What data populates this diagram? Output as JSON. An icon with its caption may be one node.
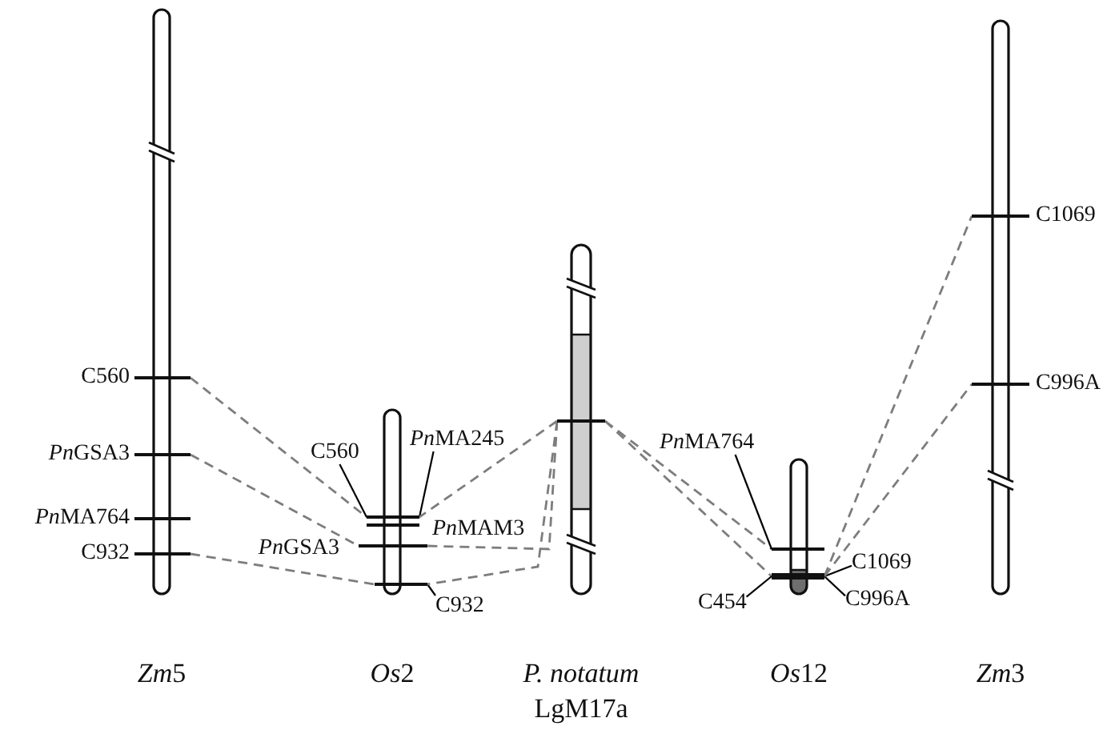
{
  "diagram": {
    "nodes": [
      {
        "text": [
          "Zm5"
        ]
      },
      {
        "text": [
          "Os2"
        ]
      },
      {
        "text": [
          "P. notatum",
          "LgM17a"
        ]
      },
      {
        "text": [
          "Os12"
        ]
      },
      {
        "text": [
          "Zm3"
        ]
      },
      {
        "text": [],
        "shape": "bar",
        "beside": [
          "C560"
        ]
      },
      {
        "text": [],
        "shape": "bar",
        "beside": [
          "PnGSA3"
        ]
      },
      {
        "text": [],
        "shape": "bar",
        "beside": [
          "PnMA764"
        ]
      },
      {
        "text": [],
        "shape": "bar",
        "beside": [
          "C932"
        ]
      },
      {
        "text": [
          "C560"
        ]
      },
      {
        "text": [
          "PnMA245"
        ]
      },
      {
        "text": [],
        "shape": "bar"
      },
      {
        "text": [],
        "shape": "bar",
        "beside": [
          "PnMAM3"
        ]
      },
      {
        "text": [],
        "shape": "bar",
        "beside": [
          "PnGSA3"
        ]
      },
      {
        "text": [],
        "shape": "bar"
      },
      {
        "text": [
          "C932"
        ]
      },
      {
        "text": [],
        "shape": "bar"
      },
      {
        "text": [
          "PnMA764"
        ]
      },
      {
        "text": [],
        "shape": "bar"
      },
      {
        "text": [],
        "shape": "bar"
      },
      {
        "text": [
          "C454"
        ]
      },
      {
        "text": [
          "C1069"
        ]
      },
      {
        "text": [
          "C996A"
        ]
      },
      {
        "text": [],
        "shape": "bar",
        "beside": [
          "C1069"
        ]
      },
      {
        "text": [],
        "shape": "bar",
        "beside": [
          "C996A"
        ]
      }
    ],
    "edges": [
      {
        "from": 5,
        "to": 11,
        "arrow": "none",
        "style": "dashed"
      },
      {
        "from": 6,
        "to": 13,
        "arrow": "none",
        "style": "dashed"
      },
      {
        "from": 8,
        "to": 14,
        "arrow": "none",
        "style": "dashed"
      },
      {
        "from": 9,
        "to": 11,
        "arrow": "none",
        "color": "#000000"
      },
      {
        "from": 10,
        "to": 11,
        "arrow": "none",
        "color": "#000000"
      },
      {
        "from": 15,
        "to": 14,
        "arrow": "none",
        "color": "#000000"
      },
      {
        "from": 16,
        "to": 11,
        "arrow": "none",
        "style": "dashed"
      },
      {
        "from": 16,
        "to": 13,
        "arrow": "none",
        "style": "dashed"
      },
      {
        "from": 16,
        "to": 14,
        "arrow": "none",
        "style": "dashed"
      },
      {
        "from": 16,
        "to": 18,
        "arrow": "none",
        "style": "dashed"
      },
      {
        "from": 16,
        "to": 19,
        "arrow": "none",
        "style": "dashed"
      },
      {
        "from": 17,
        "to": 18,
        "arrow": "none",
        "color": "#000000"
      },
      {
        "from": 20,
        "to": 19,
        "arrow": "none",
        "color": "#000000"
      },
      {
        "from": 21,
        "to": 19,
        "arrow": "none",
        "color": "#000000"
      },
      {
        "from": 22,
        "to": 19,
        "arrow": "none",
        "color": "#000000"
      },
      {
        "from": 19,
        "to": 23,
        "arrow": "none",
        "style": "dashed"
      },
      {
        "from": 19,
        "to": 24,
        "arrow": "none",
        "style": "dashed"
      }
    ]
  }
}
